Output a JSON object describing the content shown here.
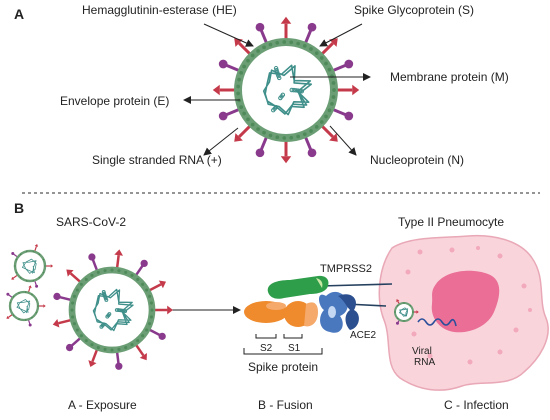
{
  "panel_a": {
    "letter": "A",
    "labels": {
      "he": "Hemagglutinin-esterase (HE)",
      "spike": "Spike Glycoprotein (S)",
      "membrane": "Membrane protein (M)",
      "envelope": "Envelope protein (E)",
      "rna": "Single stranded RNA (+)",
      "nucleo": "Nucleoprotein (N)"
    }
  },
  "panel_b": {
    "letter": "B",
    "virus_name": "SARS-CoV-2",
    "cell_name": "Type II Pneumocyte",
    "tmprss2": "TMPRSS2",
    "ace2": "ACE2",
    "s2": "S2",
    "s1": "S1",
    "spike_protein": "Spike protein",
    "viral_rna_1": "Viral",
    "viral_rna_2": "RNA",
    "stages": {
      "exposure": "A - Exposure",
      "fusion": "B - Fusion",
      "infection": "C - Infection"
    }
  },
  "colors": {
    "envelope_ring": "#6b9e74",
    "spike_red": "#c53a4a",
    "he_purple": "#8a3a8c",
    "rna_teal": "#3f8f8a",
    "cell_pink": "#f9d4db",
    "nucleus_pink": "#ea6e96",
    "tmprss2_green": "#2f9e4b",
    "spike_orange": "#ef8a2d",
    "ace2_blue": "#4a78bf"
  }
}
